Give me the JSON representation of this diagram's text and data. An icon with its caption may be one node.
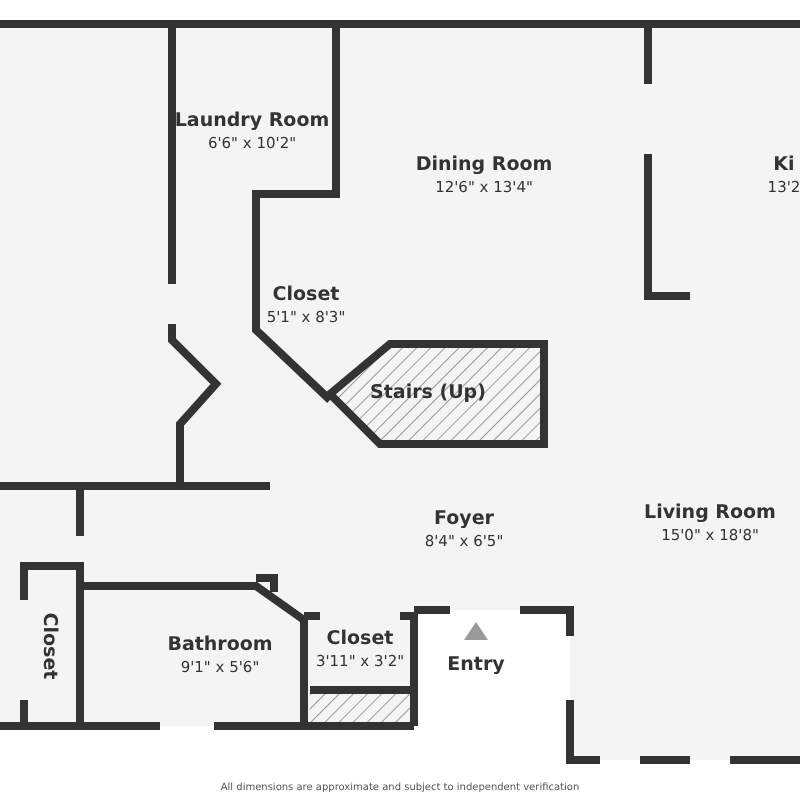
{
  "diagram": {
    "caption": "All dimensions are approximate and subject to independent verification",
    "nodes": [
      {
        "text": [
          "Laundry Room",
          "6'6\" x 10'2\""
        ]
      },
      {
        "text": [
          "Dining Room",
          "12'6\" x 13'4\""
        ]
      },
      {
        "text": [
          "Ki",
          "13'2"
        ]
      },
      {
        "text": [
          "Closet",
          "5'1\" x 8'3\""
        ]
      },
      {
        "text": [
          "Stairs (Up)"
        ]
      },
      {
        "text": [
          "Foyer",
          "8'4\" x 6'5\""
        ]
      },
      {
        "text": [
          "Living Room",
          "15'0\" x 18'8\""
        ]
      },
      {
        "text": [
          "Closet"
        ]
      },
      {
        "text": [
          "Bathroom",
          "9'1\" x 5'6\""
        ]
      },
      {
        "text": [
          "Closet",
          "3'11\" x 3'2\""
        ]
      },
      {
        "text": [
          "Entry"
        ]
      }
    ]
  }
}
